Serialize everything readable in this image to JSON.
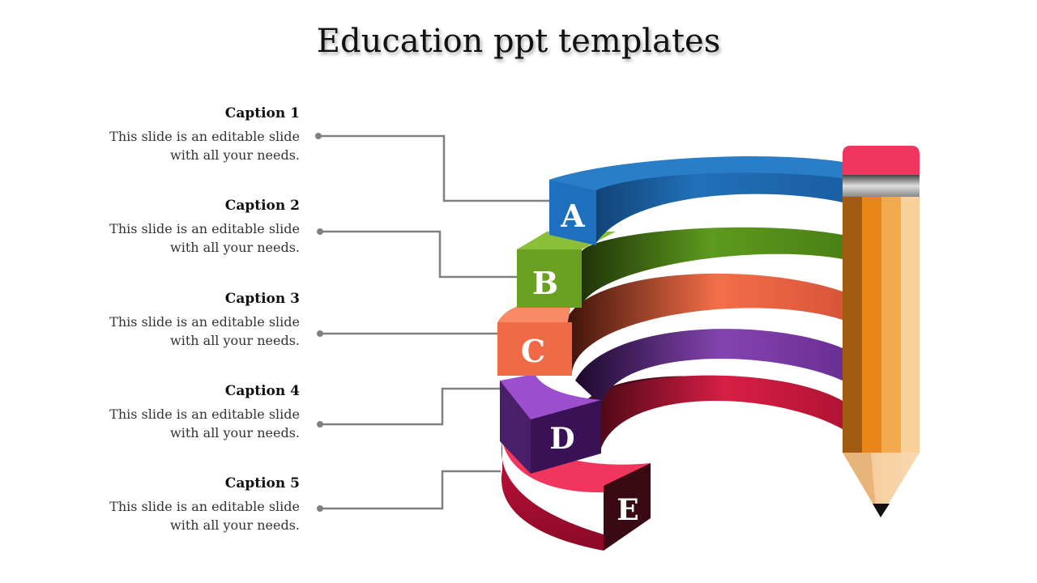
{
  "title": "Education ppt templates",
  "captions": [
    {
      "title": "Caption 1",
      "text": "This slide is an editable slide with all your needs.",
      "letter": "A",
      "color": "#2a7ec8"
    },
    {
      "title": "Caption 2",
      "text": "This slide is an editable slide with all your needs.",
      "letter": "B",
      "color": "#6aa121"
    },
    {
      "title": "Caption 3",
      "text": "This slide is an editable slide with all your needs.",
      "letter": "C",
      "color": "#f36a45"
    },
    {
      "title": "Caption 4",
      "text": "This slide is an editable slide with all your needs.",
      "letter": "D",
      "color": "#8a3fb3"
    },
    {
      "title": "Caption 5",
      "text": "This slide is an editable slide with all your needs.",
      "letter": "E",
      "color": "#e32649"
    }
  ],
  "icons": [
    "pencil-icon"
  ]
}
